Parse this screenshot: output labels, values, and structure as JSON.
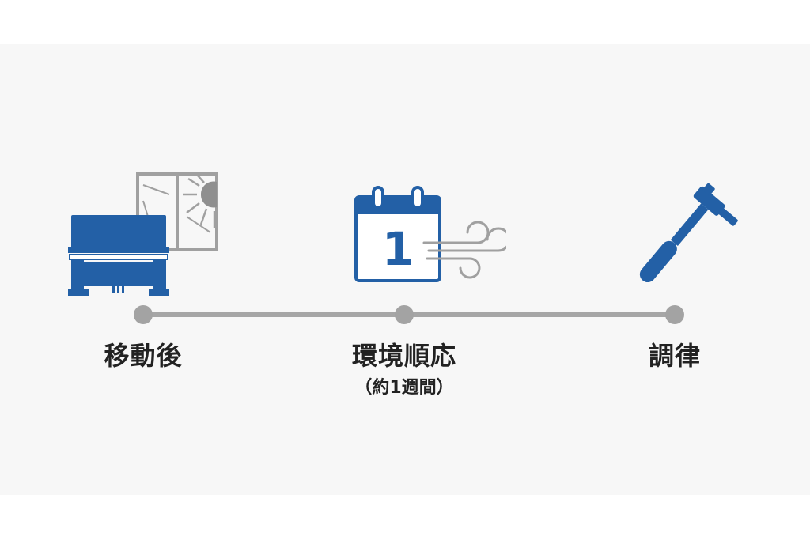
{
  "colors": {
    "accent": "#2360a6",
    "line": "#a6a6a6",
    "node": "#a3a3a3",
    "text": "#222222",
    "window": "#a0a0a0",
    "panel": "#f7f7f7"
  },
  "steps": [
    {
      "label": "移動後",
      "sublabel": "",
      "icon": "piano-window-sun-icon"
    },
    {
      "label": "環境順応",
      "sublabel": "（約1週間）",
      "icon": "calendar-wind-icon"
    },
    {
      "label": "調律",
      "sublabel": "",
      "icon": "tuning-hammer-icon"
    }
  ],
  "calendar": {
    "day": "1"
  }
}
